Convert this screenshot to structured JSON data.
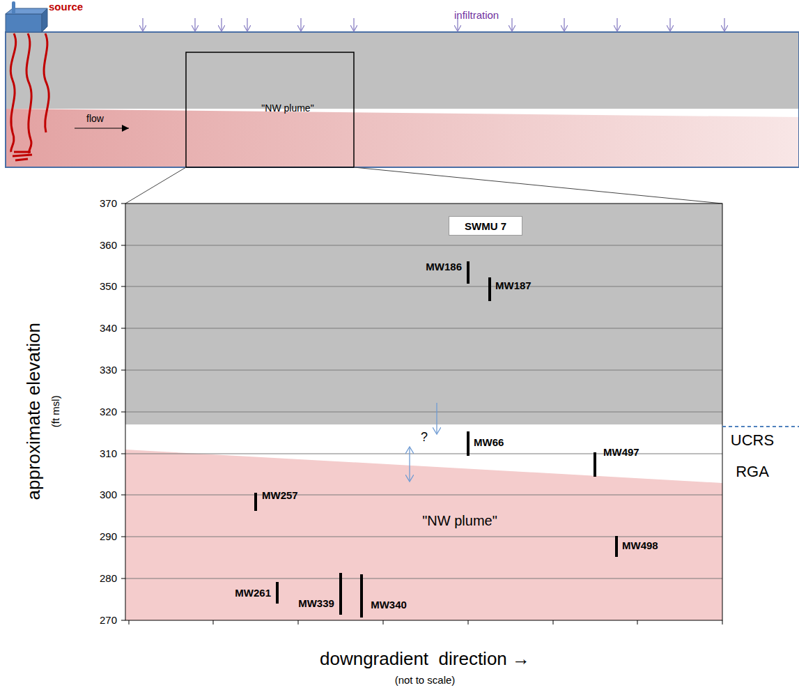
{
  "diagram": {
    "nodes": [
      {
        "text": [
          "SWMU 7"
        ]
      }
    ],
    "labels": [
      "source",
      "infiltration",
      "flow",
      "\"NW plume\"",
      "370",
      "360",
      "350",
      "340",
      "330",
      "320",
      "310",
      "300",
      "290",
      "280",
      "270",
      "MW186",
      "MW187",
      "MW66",
      "MW497",
      "MW257",
      "MW498",
      "MW261",
      "MW339",
      "MW340",
      "\"NW plume\"",
      "?",
      "UCRS",
      "RGA",
      "approximate elevation",
      "(ft msl)",
      "downgradient  direction →",
      "(not to scale)"
    ]
  }
}
